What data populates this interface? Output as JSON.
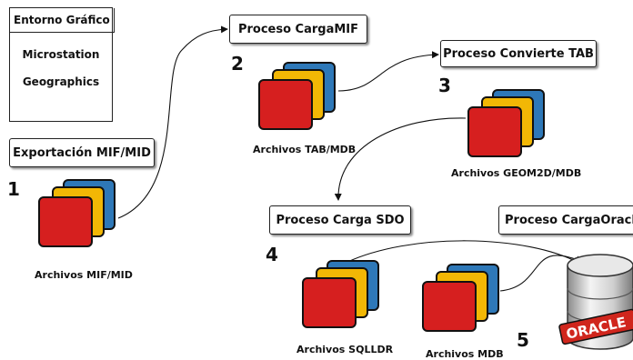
{
  "legend": {
    "title": "Entorno Gráfico",
    "items": [
      "Microstation",
      "Geographics"
    ]
  },
  "steps": {
    "export": "Exportación MIF/MID",
    "carga_mif": "Proceso CargaMIF",
    "convierte_tab": "Proceso Convierte TAB",
    "carga_sdo": "Proceso Carga SDO",
    "carga_oracle": "Proceso CargaOracle"
  },
  "numbers": [
    "1",
    "2",
    "3",
    "4",
    "5"
  ],
  "captions": {
    "mif_mid": "Archivos MIF/MID",
    "tab_mdb": "Archivos TAB/MDB",
    "geom2d": "Archivos GEOM2D/MDB",
    "sqlldr": "Archivos SQLLDR",
    "mdb": "Archivos MDB"
  },
  "oracle_label": "ORACLE",
  "colors": {
    "red": "#d61f1f",
    "yellow": "#f2b705",
    "blue": "#2e78b8",
    "oracle_red": "#d0261d"
  }
}
